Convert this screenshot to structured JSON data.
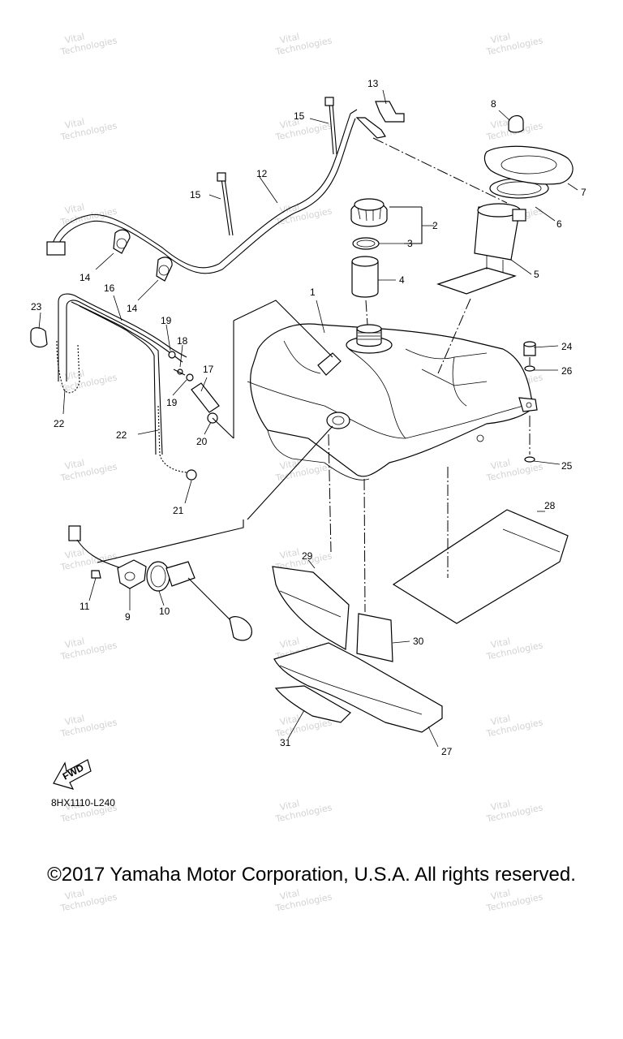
{
  "diagram": {
    "code": "8HX1110-L240",
    "fwd_label": "FWD",
    "watermark": "Vital\nTechnologies",
    "callouts": [
      {
        "id": "c1",
        "text": "1"
      },
      {
        "id": "c2",
        "text": "2"
      },
      {
        "id": "c3",
        "text": "3"
      },
      {
        "id": "c4",
        "text": "4"
      },
      {
        "id": "c5",
        "text": "5"
      },
      {
        "id": "c6",
        "text": "6"
      },
      {
        "id": "c7",
        "text": "7"
      },
      {
        "id": "c8",
        "text": "8"
      },
      {
        "id": "c9",
        "text": "9"
      },
      {
        "id": "c10",
        "text": "10"
      },
      {
        "id": "c11",
        "text": "11"
      },
      {
        "id": "c12",
        "text": "12"
      },
      {
        "id": "c13",
        "text": "13"
      },
      {
        "id": "c14a",
        "text": "14"
      },
      {
        "id": "c14b",
        "text": "14"
      },
      {
        "id": "c15a",
        "text": "15"
      },
      {
        "id": "c15b",
        "text": "15"
      },
      {
        "id": "c16",
        "text": "16"
      },
      {
        "id": "c17",
        "text": "17"
      },
      {
        "id": "c18",
        "text": "18"
      },
      {
        "id": "c19a",
        "text": "19"
      },
      {
        "id": "c19b",
        "text": "19"
      },
      {
        "id": "c20",
        "text": "20"
      },
      {
        "id": "c21",
        "text": "21"
      },
      {
        "id": "c22a",
        "text": "22"
      },
      {
        "id": "c22b",
        "text": "22"
      },
      {
        "id": "c23",
        "text": "23"
      },
      {
        "id": "c24",
        "text": "24"
      },
      {
        "id": "c25",
        "text": "25"
      },
      {
        "id": "c26",
        "text": "26"
      },
      {
        "id": "c27",
        "text": "27"
      },
      {
        "id": "c28",
        "text": "28"
      },
      {
        "id": "c29",
        "text": "29"
      },
      {
        "id": "c30",
        "text": "30"
      },
      {
        "id": "c31",
        "text": "31"
      }
    ]
  },
  "footer": {
    "copyright": "©2017 Yamaha Motor Corporation, U.S.A. All rights reserved."
  }
}
